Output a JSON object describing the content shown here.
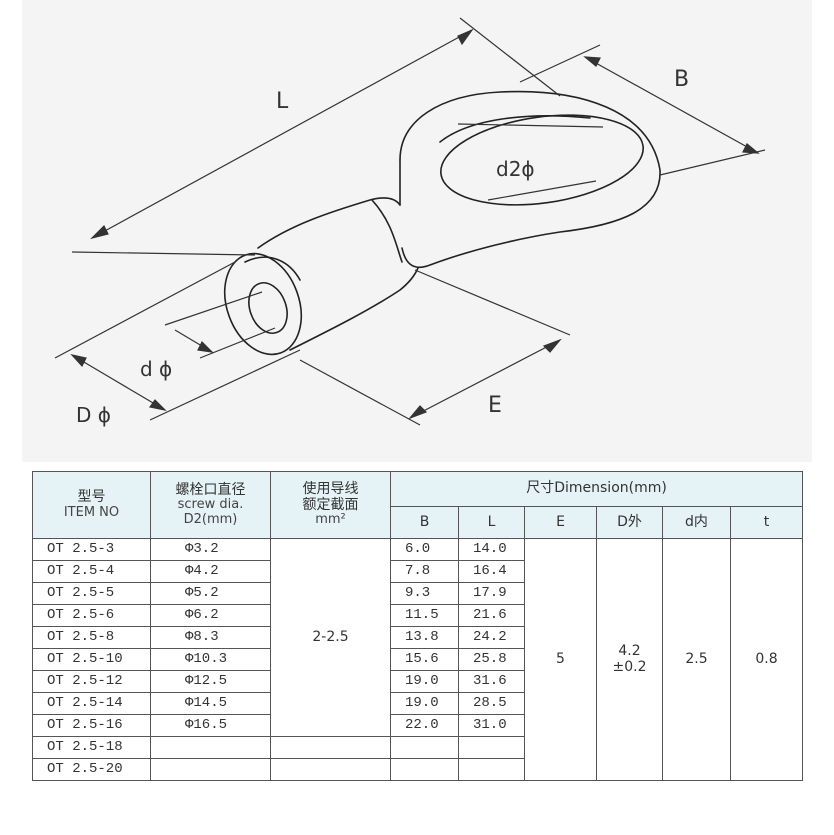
{
  "drawing": {
    "labels": {
      "L": "L",
      "B": "B",
      "d2": "d2ϕ",
      "d": "d ϕ",
      "D": "D ϕ",
      "E": "E"
    }
  },
  "table": {
    "headers": {
      "item_cn": "型号",
      "item_en": "ITEM NO",
      "screw_cn": "螺栓口直径",
      "screw_en1": "screw dia.",
      "screw_en2": "D2(mm)",
      "wire_cn1": "使用导线",
      "wire_cn2": "额定截面",
      "wire_unit": "mm²",
      "dimension": "尺寸Dimension(mm)",
      "cols": [
        "B",
        "L",
        "E",
        "D外",
        "d内",
        "t"
      ]
    },
    "rows": [
      {
        "item": "OT 2.5-3",
        "screw": "Φ3.2",
        "B": "6.0",
        "L": "14.0"
      },
      {
        "item": "OT 2.5-4",
        "screw": "Φ4.2",
        "B": "7.8",
        "L": "16.4"
      },
      {
        "item": "OT 2.5-5",
        "screw": "Φ5.2",
        "B": "9.3",
        "L": "17.9"
      },
      {
        "item": "OT 2.5-6",
        "screw": "Φ6.2",
        "B": "11.5",
        "L": "21.6"
      },
      {
        "item": "OT 2.5-8",
        "screw": "Φ8.3",
        "B": "13.8",
        "L": "24.2"
      },
      {
        "item": "OT 2.5-10",
        "screw": "Φ10.3",
        "B": "15.6",
        "L": "25.8"
      },
      {
        "item": "OT 2.5-12",
        "screw": "Φ12.5",
        "B": "19.0",
        "L": "31.6"
      },
      {
        "item": "OT 2.5-14",
        "screw": "Φ14.5",
        "B": "19.0",
        "L": "28.5"
      },
      {
        "item": "OT 2.5-16",
        "screw": "Φ16.5",
        "B": "22.0",
        "L": "31.0"
      },
      {
        "item": "OT 2.5-18",
        "screw": "",
        "B": "",
        "L": ""
      },
      {
        "item": "OT 2.5-20",
        "screw": "",
        "B": "",
        "L": ""
      }
    ],
    "merged": {
      "wire": "2-2.5",
      "E": "5",
      "D_line1": "4.2",
      "D_line2": "±0.2",
      "d": "2.5",
      "t": "0.8"
    }
  }
}
